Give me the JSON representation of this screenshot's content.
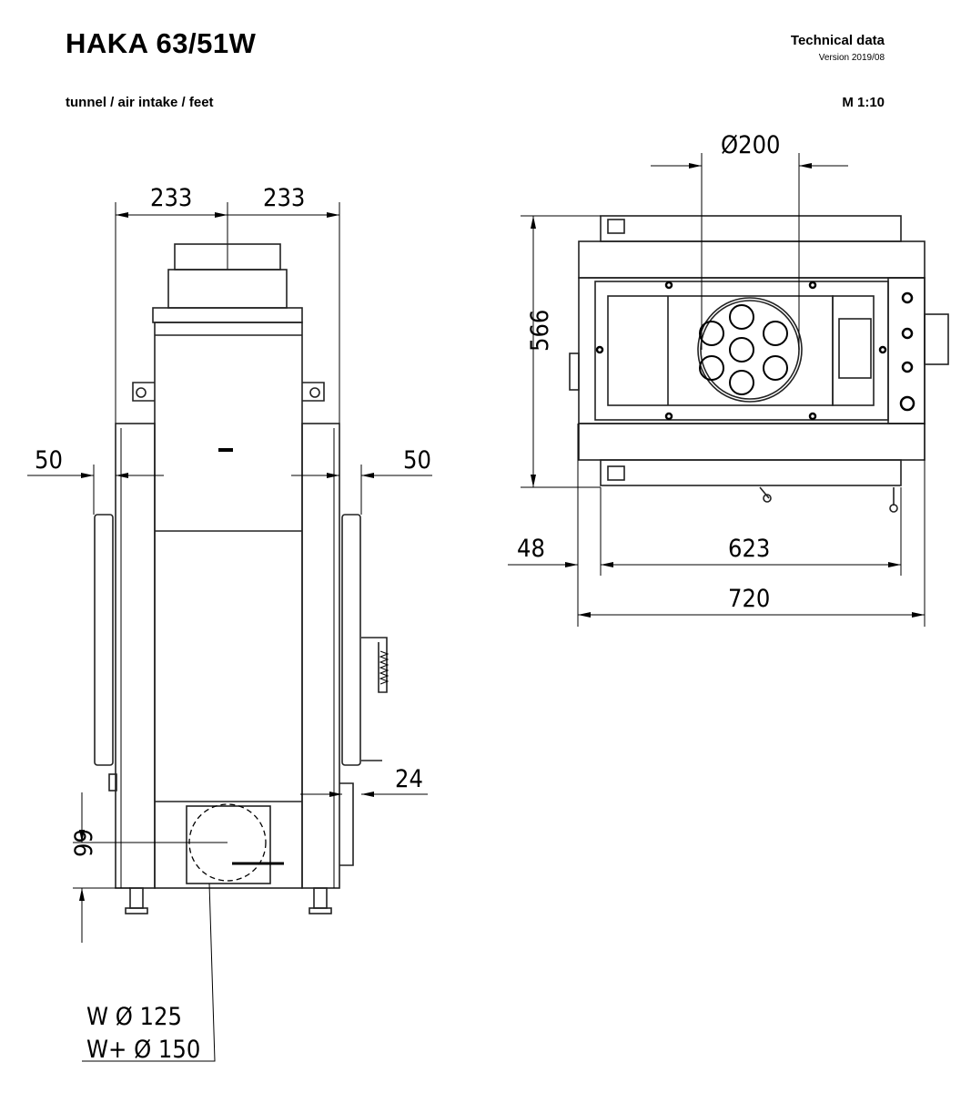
{
  "header": {
    "title": "HAKA 63/51W",
    "subtitle": "tunnel / air intake / feet",
    "doc_type": "Technical data",
    "version": "Version 2019/08",
    "scale": "M 1:10"
  },
  "front_view": {
    "dim_top_left": "233",
    "dim_top_right": "233",
    "dim_side_left": "50",
    "dim_side_right": "50",
    "dim_rod": "24",
    "dim_bottom_height": "99",
    "air_intake_w": "W  Ø 125",
    "air_intake_w_plus": "W+ Ø 150"
  },
  "top_view": {
    "dim_flue_diameter": "Ø200",
    "dim_depth": "566",
    "dim_offset": "48",
    "dim_inner_width": "623",
    "dim_total_width": "720"
  }
}
